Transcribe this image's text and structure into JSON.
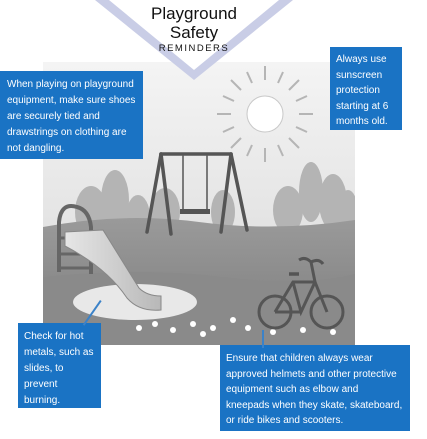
{
  "banner": {
    "title_line1": "Playground",
    "title_line2": "Safety",
    "subtitle": "REMINDERS"
  },
  "callouts": {
    "drawstrings": "When playing on playground equipment, make sure shoes are securely tied and drawstrings on clothing are not dangling.",
    "sunscreen": "Always use sunscreen protection starting at 6 months old.",
    "hot_metals": "Check for hot metals, such as slides, to prevent burning.",
    "helmets": "Ensure that children always wear approved helmets and other protective equipment such as elbow and kneepads when they skate, skateboard, or ride bikes and scooters."
  },
  "colors": {
    "callout_bg": "#1a73c4",
    "banner_fill": "#c9cde6"
  }
}
